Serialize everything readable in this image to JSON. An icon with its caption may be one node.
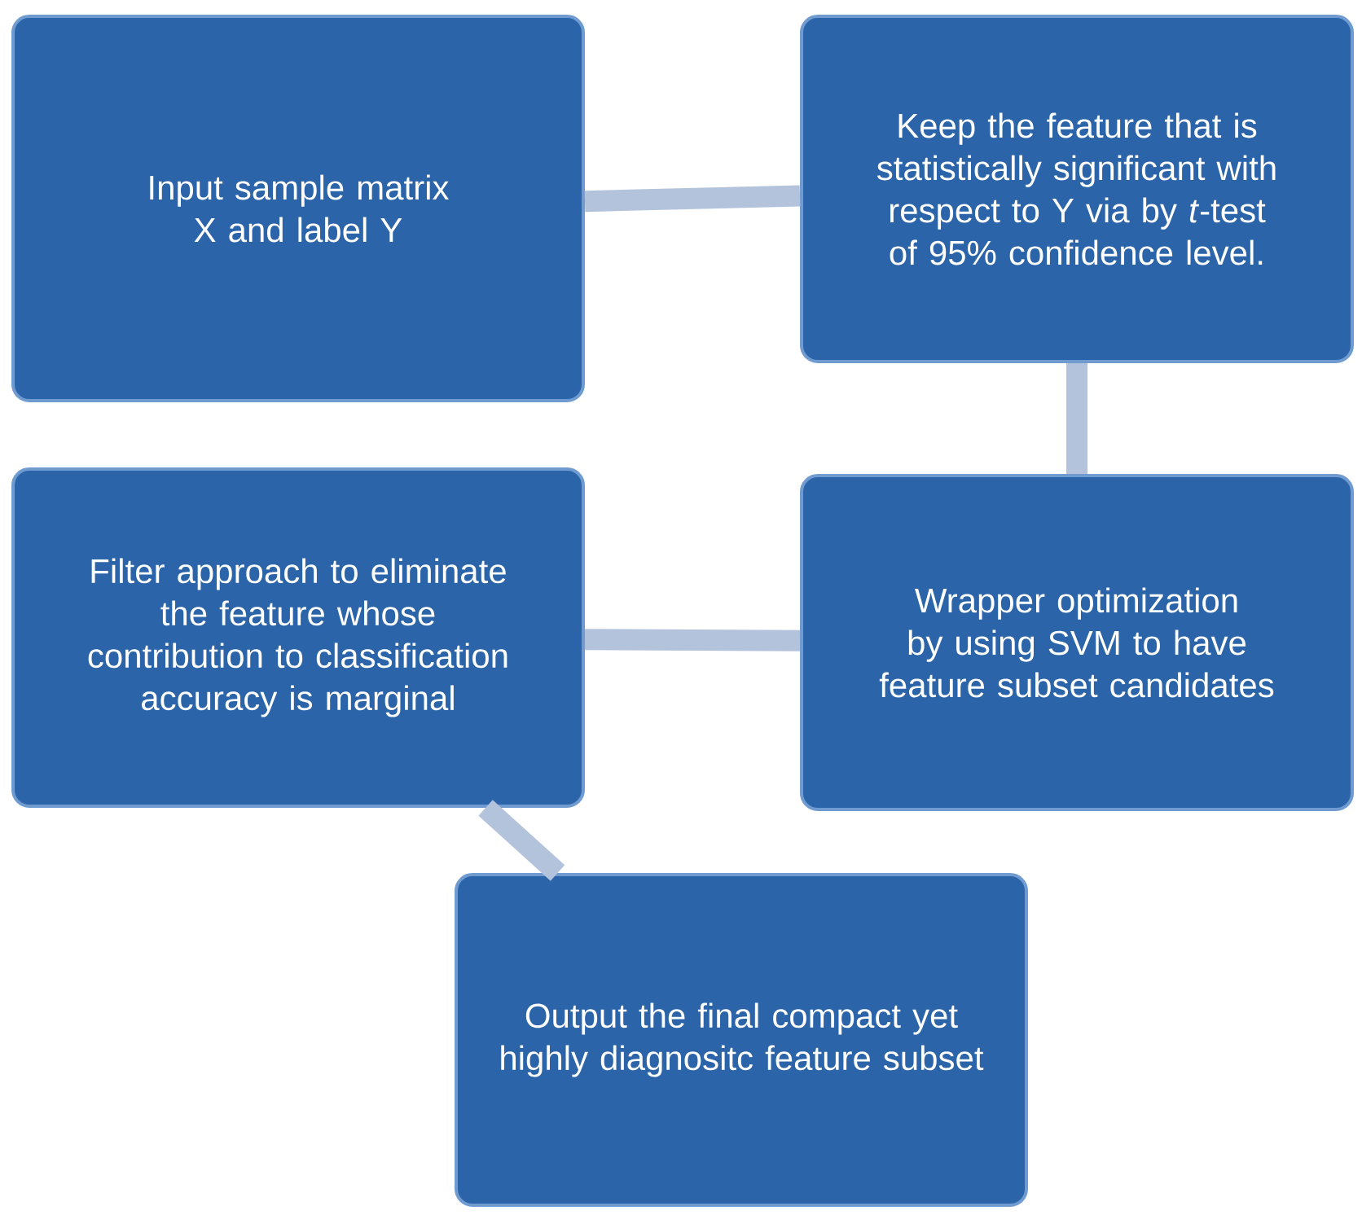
{
  "diagram": {
    "nodes": [
      {
        "text": [
          "Input sample matrix X and label Y"
        ]
      },
      {
        "text": [
          "Keep the feature that is statistically significant with respect to Y via by *t*-test of 95% confidence level."
        ]
      },
      {
        "text": [
          "Filter approach to eliminate the feature whose contribution to classification accuracy is marginal"
        ]
      },
      {
        "text": [
          "Wrapper optimization by using SVM to have feature subset candidates"
        ]
      },
      {
        "text": [
          "Output the final compact yet highly diagnositc feature subset"
        ]
      }
    ],
    "edges": [
      {
        "from": 0,
        "to": 1,
        "arrow": "none"
      },
      {
        "from": 1,
        "to": 3,
        "arrow": "none"
      },
      {
        "from": 3,
        "to": 2,
        "arrow": "none"
      },
      {
        "from": 2,
        "to": 4,
        "arrow": "none"
      }
    ]
  }
}
